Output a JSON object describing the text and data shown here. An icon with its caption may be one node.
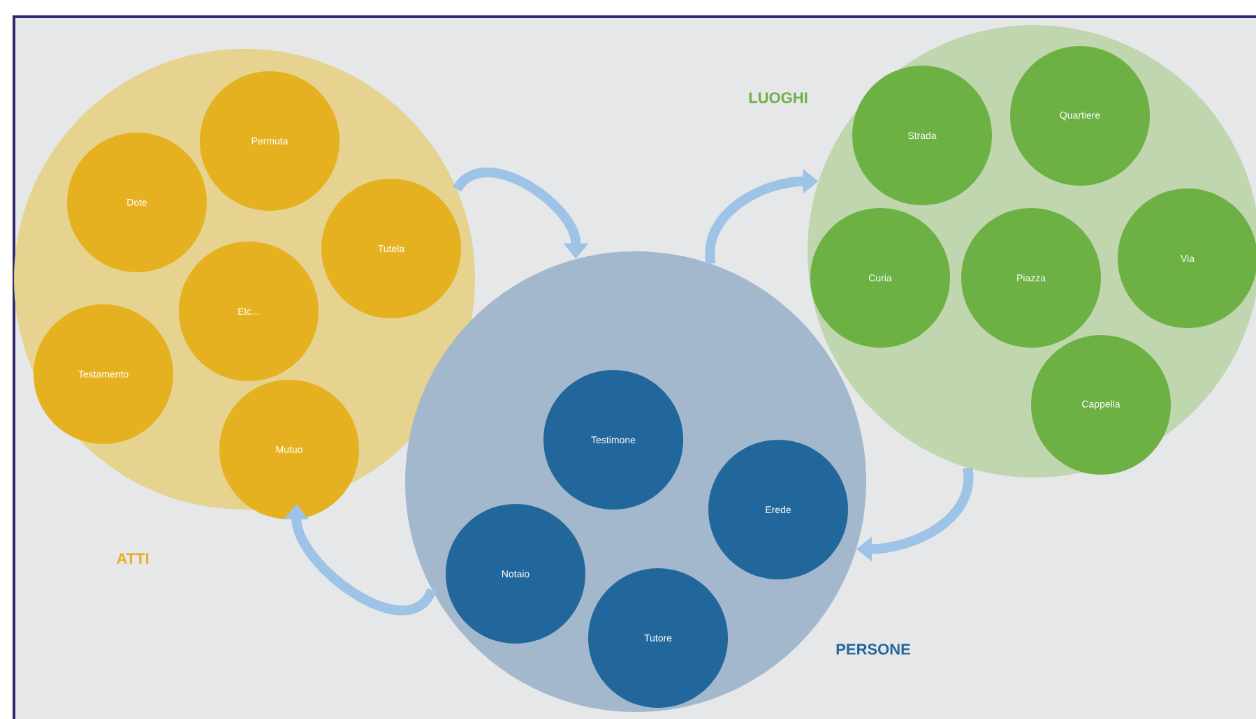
{
  "diagram": {
    "nodes": [
      {
        "text": [
          "ATTI"
        ]
      },
      {
        "text": [
          "Permuta"
        ],
        "in": 0
      },
      {
        "text": [
          "Dote"
        ],
        "in": 0
      },
      {
        "text": [
          "Tutela"
        ],
        "in": 0
      },
      {
        "text": [
          "Etc..."
        ],
        "in": 0
      },
      {
        "text": [
          "Testamento"
        ],
        "in": 0
      },
      {
        "text": [
          "Mutuo"
        ],
        "in": 0
      },
      {
        "text": [
          "PERSONE"
        ]
      },
      {
        "text": [
          "Testimone"
        ],
        "in": 7
      },
      {
        "text": [
          "Erede"
        ],
        "in": 7
      },
      {
        "text": [
          "Notaio"
        ],
        "in": 7
      },
      {
        "text": [
          "Tutore"
        ],
        "in": 7
      },
      {
        "text": [
          "LUOGHI"
        ]
      },
      {
        "text": [
          "Strada"
        ],
        "in": 12
      },
      {
        "text": [
          "Quartiere"
        ],
        "in": 12
      },
      {
        "text": [
          "Curia"
        ],
        "in": 12
      },
      {
        "text": [
          "Piazza"
        ],
        "in": 12
      },
      {
        "text": [
          "Via"
        ],
        "in": 12
      },
      {
        "text": [
          "Cappella"
        ],
        "in": 12
      }
    ],
    "edges": [
      {
        "from": 0,
        "to": 7,
        "arrow": "to"
      },
      {
        "from": 7,
        "to": 12,
        "arrow": "to"
      },
      {
        "from": 12,
        "to": 7,
        "arrow": "to"
      },
      {
        "from": 7,
        "to": 0,
        "arrow": "to"
      }
    ]
  }
}
